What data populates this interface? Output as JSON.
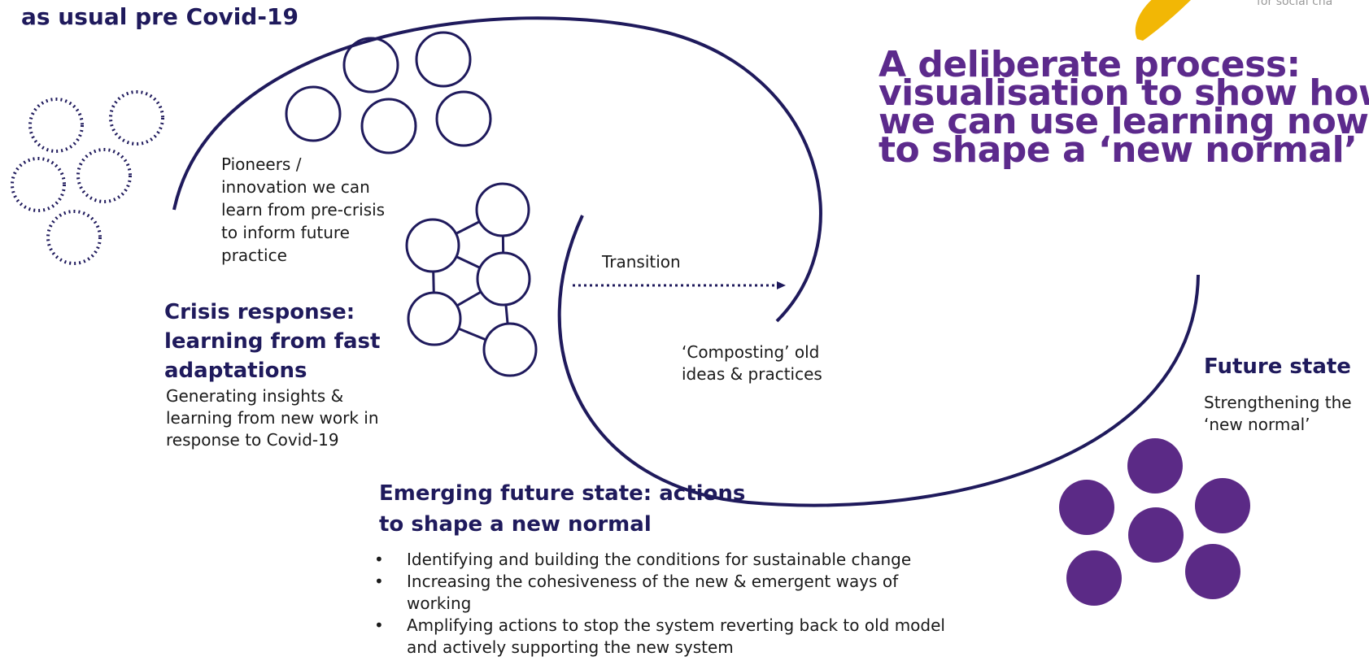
{
  "header": {
    "title": "as usual pre Covid-19"
  },
  "main_title": {
    "lines": [
      "A deliberate process:",
      "visualisation to show how",
      "we can use learning now",
      "to shape a ‘new normal’"
    ]
  },
  "pioneers": {
    "lines": [
      "Pioneers /",
      "innovation we can",
      "learn from pre-crisis",
      "to inform future",
      "practice"
    ]
  },
  "crisis_response": {
    "heading_lines": [
      "Crisis response:",
      "learning from fast",
      "adaptations"
    ],
    "body_lines": [
      "Generating insights &",
      "learning from new work in",
      "response to Covid-19"
    ]
  },
  "transition": {
    "label": "Transition"
  },
  "composting": {
    "lines": [
      "‘Composting’ old",
      "ideas & practices"
    ]
  },
  "future_state": {
    "heading": "Future state",
    "body_lines": [
      "Strengthening the",
      "‘new normal’"
    ]
  },
  "emerging": {
    "heading_lines": [
      "Emerging future state: actions",
      "to shape a new normal"
    ],
    "actions": [
      [
        "Identifying and building the conditions for sustainable change"
      ],
      [
        "Increasing the cohesiveness of the new & emergent ways of",
        "working"
      ],
      [
        "Amplifying actions to stop the system reverting back to old model",
        "and actively supporting the new system"
      ]
    ]
  },
  "logo": {
    "fragment_text": "for social cha"
  },
  "colors": {
    "navy": "#1f1a5c",
    "purple": "#5c2a8c",
    "dot_fill": "#5b2a86",
    "accent_yellow": "#f2b705"
  }
}
